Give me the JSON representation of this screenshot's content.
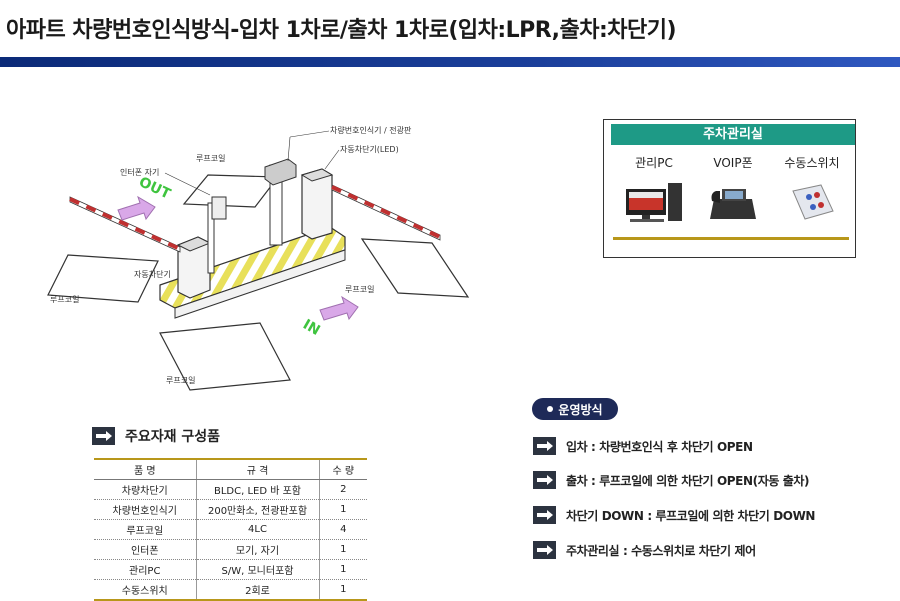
{
  "title": "아파트 차량번호인식방식-입차 1차로/출차 1차로(입차:LPR,출차:차단기)",
  "diagram": {
    "lpr_label": "차량번호인식기 / 전광판",
    "barrier_led_label": "자동차단기(LED)",
    "intercom_label": "인터폰 자기",
    "loop_top_label": "루프코일",
    "barrier_label": "자동차단기",
    "loop_left_label": "루프코일",
    "loop_right_label": "루프코일",
    "loop_bottom_label": "루프코일",
    "out_text": "OUT",
    "in_text": "IN"
  },
  "office": {
    "heading": "주차관리실",
    "items": [
      "관리PC",
      "VOIP폰",
      "수동스위치"
    ]
  },
  "parts": {
    "title": "주요자재 구성품",
    "headers": [
      "품 명",
      "규 격",
      "수 량"
    ],
    "rows": [
      [
        "차량차단기",
        "BLDC, LED 바 포함",
        "2"
      ],
      [
        "차량번호인식기",
        "200만화소, 전광판포함",
        "1"
      ],
      [
        "루프코일",
        "4LC",
        "4"
      ],
      [
        "인터폰",
        "모기, 자기",
        "1"
      ],
      [
        "관리PC",
        "S/W, 모니터포함",
        "1"
      ],
      [
        "수동스위치",
        "2회로",
        "1"
      ]
    ]
  },
  "operation": {
    "badge": "운영방식",
    "items": [
      "입차 : 차량번호인식 후 차단기 OPEN",
      "출차 : 루프코일에 의한 차단기 OPEN(자동 출차)",
      "차단기 DOWN : 루프코일에 의한 차단기 DOWN",
      "주차관리실 : 수동스위치로 차단기 제어"
    ]
  },
  "colors": {
    "title_bar": "#1b3f9b",
    "office_heading": "#1e9a86",
    "accent_line": "#b8971a",
    "badge": "#1e2a58"
  }
}
